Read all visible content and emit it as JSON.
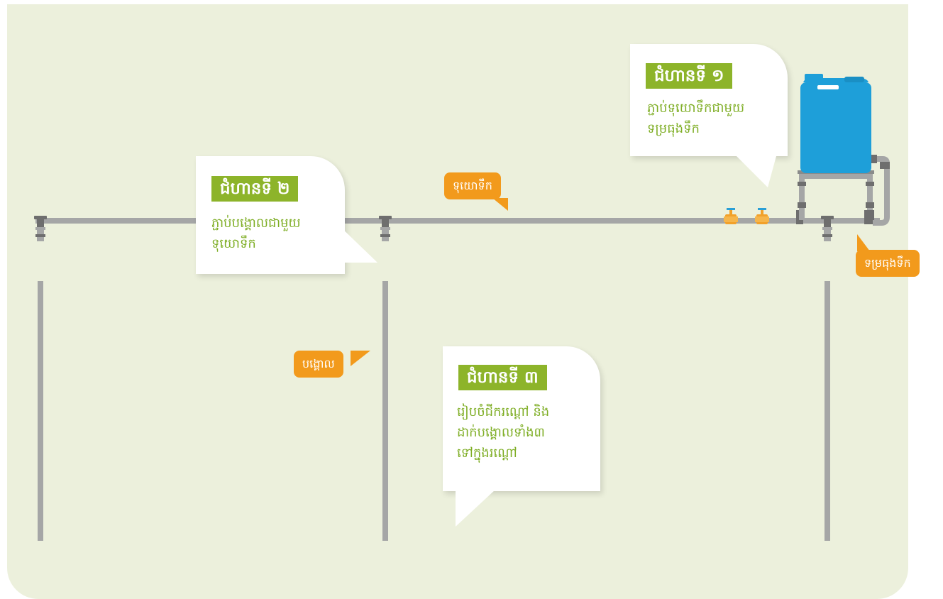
{
  "steps": [
    {
      "title": "ជំហានទី ១",
      "body": "ភ្ជាប់ទុយោទឹកជាមួយ\nទម្រធុងទឹក"
    },
    {
      "title": "ជំហានទី ២",
      "body": "ភ្ជាប់បង្គោលជាមួយ\nទុយោទឹក"
    },
    {
      "title": "ជំហានទី ៣",
      "body": "រៀបចំជីករណ្ដៅ និង\nដាក់បង្គោលទាំង៣\nទៅក្នុងរណ្ដៅ"
    }
  ],
  "labels": {
    "hose": "ទុយោទឹក",
    "tank_stand": "ទម្រធុងទឹក",
    "pole": "បង្គោល"
  },
  "colors": {
    "background": "#ecf0dc",
    "step_title": "#8db42a",
    "step_text": "#7fae26",
    "tag": "#f29a1c",
    "pipe": "#a5a6a6",
    "fitting": "#6e6e6e",
    "tank": "#1e9fd9",
    "valve": "#f2a12a"
  }
}
